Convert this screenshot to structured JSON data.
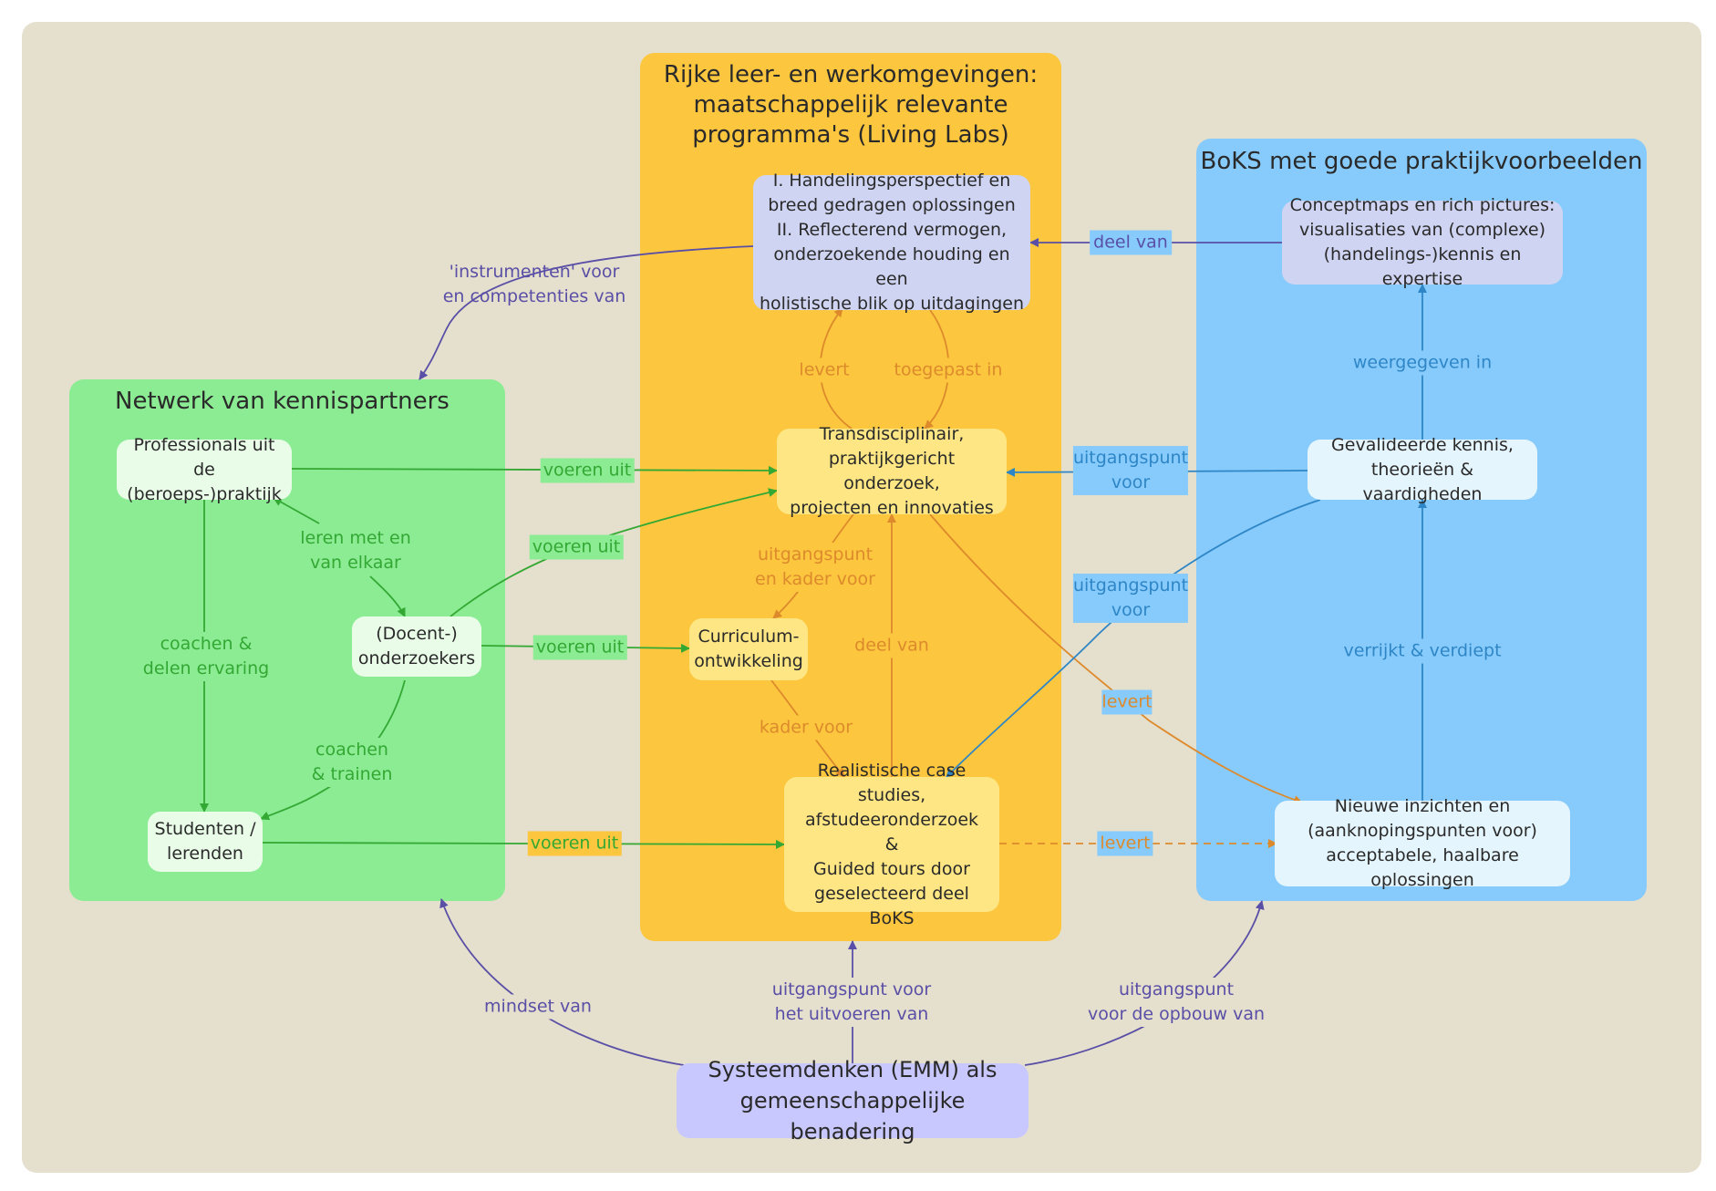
{
  "colors": {
    "background": "#e5dfcd",
    "green_panel": "#8cec94",
    "orange_panel": "#fcc63e",
    "blue_panel": "#87cbfc",
    "purple_node": "#c8c8ff",
    "lavender_node": "#cfd4f2",
    "light_green_node": "#e8fce8",
    "yellow_node": "#fde683",
    "light_blue_node": "#e5f5fd",
    "green_edge": "#33a833",
    "orange_edge": "#dd8a2c",
    "blue_edge": "#2e86c6",
    "purple_edge": "#5a4fa6"
  },
  "panels": {
    "network": "Netwerk van kennispartners",
    "rich": "Rijke leer- en werkomgevingen:\nmaatschappelijk relevante\nprogramma's (Living Labs)",
    "boks": "BoKS met goede praktijkvoorbeelden"
  },
  "nodes": {
    "professionals": "Professionals uit de\n(beroeps-)praktijk",
    "docent": "(Docent-)\nonderzoekers",
    "studenten": "Studenten /\nlerenden",
    "handeling": "I. Handelingsperspectief en\nbreed gedragen oplossingen\nII. Reflecterend vermogen,\nonderzoekende houding en een\nholistische blik op uitdagingen",
    "trans": "Transdisciplinair,\npraktijkgericht onderzoek,\nprojecten en innovaties",
    "curriculum": "Curriculum-\nontwikkeling",
    "realistische": "Realistische case studies,\nafstudeeronderzoek\n&\nGuided tours door\ngeselecteerd deel BoKS",
    "concept": "Conceptmaps en rich pictures:\nvisualisaties van (complexe)\n(handelings-)kennis en expertise",
    "gevalideerde": "Gevalideerde kennis,\ntheorieën & vaardigheden",
    "nieuwe": "Nieuwe inzichten en\n(aanknopingspunten voor)\nacceptabele, haalbare oplossingen",
    "systeem": "Systeemdenken (EMM) als\ngemeenschappelijke benadering"
  },
  "edge_labels": {
    "instrumenten": "'instrumenten' voor\nen competenties van",
    "deel_van_top": "deel van",
    "levert_top": "levert",
    "toegepast": "toegepast in",
    "voeren_uit_1": "voeren uit",
    "voeren_uit_2": "voeren uit",
    "voeren_uit_3": "voeren uit",
    "voeren_uit_4": "voeren uit",
    "leren": "leren met en\nvan elkaar",
    "coachen_delen": "coachen &\ndelen ervaring",
    "coachen_trainen": "coachen\n& trainen",
    "uitgangspunt_kader": "uitgangspunt\nen kader voor",
    "deel_van_mid": "deel van",
    "kader_voor": "kader voor",
    "levert_mid": "levert",
    "levert_dashed": "levert",
    "uitgangspunt_voor_1": "uitgangspunt\nvoor",
    "uitgangspunt_voor_2": "uitgangspunt\nvoor",
    "weergegeven": "weergegeven in",
    "verrijkt": "verrijkt & verdiept",
    "mindset": "mindset van",
    "uitvoeren": "uitgangspunt voor\nhet uitvoeren van",
    "opbouw": "uitgangspunt\nvoor de opbouw van"
  }
}
